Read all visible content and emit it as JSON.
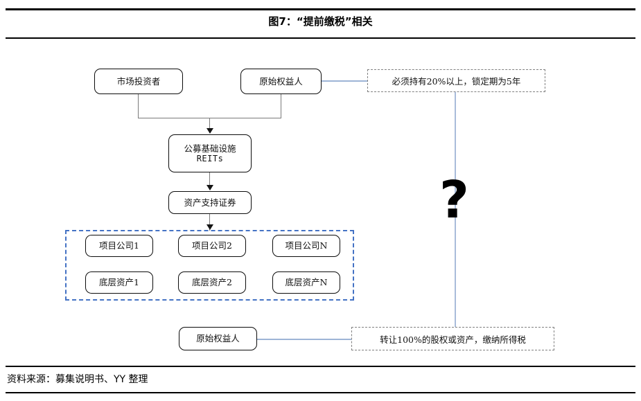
{
  "figure": {
    "title": "图7：“提前缴税”相关",
    "source": "资料来源：募集说明书、YY 整理"
  },
  "nodes": {
    "market_investors": "市场投资者",
    "original_owner_top": "原始权益人",
    "reits_line1": "公募基础设施",
    "reits_line2": "REITs",
    "abs": "资产支持证券",
    "project_company_1": "项目公司1",
    "project_company_2": "项目公司2",
    "project_company_n": "项目公司N",
    "underlying_asset_1": "底层资产1",
    "underlying_asset_2": "底层资产2",
    "underlying_asset_n": "底层资产N",
    "original_owner_bottom": "原始权益人"
  },
  "callouts": {
    "holding_rule": "必须持有20%以上，锁定期为5年",
    "transfer_rule": "转让100%的股权或资产，缴纳所得税"
  },
  "annotations": {
    "question_mark": "?"
  },
  "colors": {
    "group_dashed_border": "#4472C4",
    "blue_connector": "#9DB4D6",
    "callout_border": "#7F7F7F",
    "node_border": "#0B0B0B",
    "connector_gray": "#7A7A7A"
  }
}
